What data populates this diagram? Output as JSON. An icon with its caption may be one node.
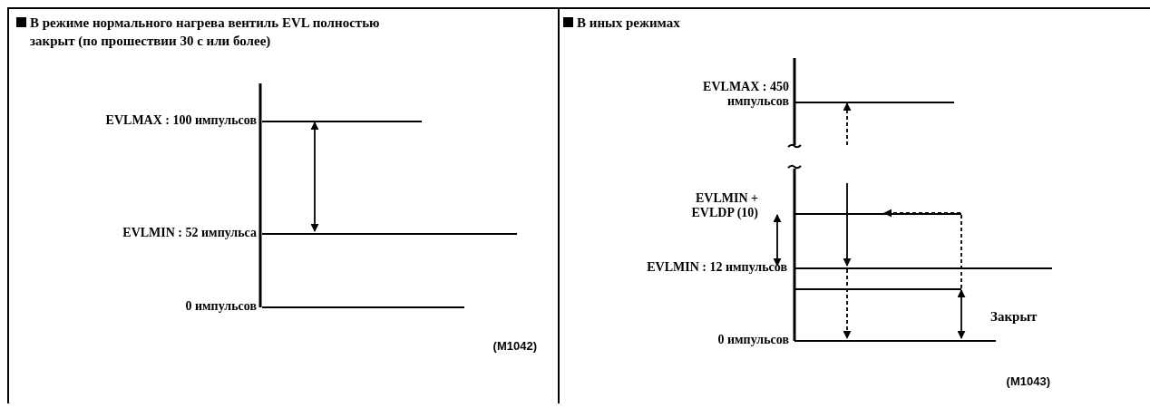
{
  "diagram": {
    "nodes": [
      {
        "text": [
          "В режиме нормального нагрева вентиль EVL полностью закрыт (по прошествии 30 с или более)"
        ]
      },
      {
        "text": [
          "EVLMAX : 100 импульсов"
        ],
        "in": 0
      },
      {
        "text": [
          "EVLMIN : 52 импульса"
        ],
        "in": 0
      },
      {
        "text": [
          "0 импульсов"
        ],
        "in": 0
      },
      {
        "text": [
          "В иных режимах"
        ]
      },
      {
        "text": [
          "EVLMAX : 450 импульсов"
        ],
        "in": 4
      },
      {
        "text": [
          "EVLMIN + EVLDP (10)"
        ],
        "in": 4
      },
      {
        "text": [
          "EVLMIN : 12 импульсов"
        ],
        "in": 4
      },
      {
        "text": [],
        "shape": "bar",
        "in": 4
      },
      {
        "text": [
          "0 импульсов"
        ],
        "in": 4
      }
    ],
    "edges": [
      {
        "from": 1,
        "to": 2,
        "arrow": "both"
      },
      {
        "from": null,
        "to": 5,
        "arrow": "to",
        "style": "dashed"
      },
      {
        "from": null,
        "to": 7,
        "arrow": "to"
      },
      {
        "from": 7,
        "to": 9,
        "arrow": "to",
        "style": "dashed"
      },
      {
        "from": 8,
        "to": 6,
        "arrow": "to",
        "style": "dashed"
      },
      {
        "from": 6,
        "to": 7,
        "arrow": "both"
      },
      {
        "from": 8,
        "to": 9,
        "arrow": "both",
        "label": "Закрыт"
      }
    ],
    "labels": [
      "(M1042)",
      "(M1043)"
    ]
  }
}
